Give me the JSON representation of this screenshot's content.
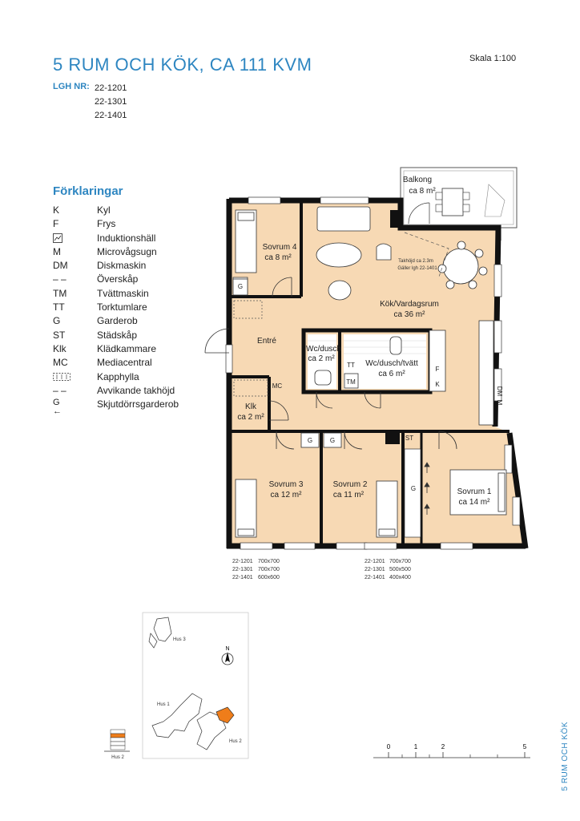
{
  "header": {
    "title": "5 RUM OCH KÖK, CA 111 KVM",
    "scale": "Skala 1:100",
    "lgh_label": "LGH NR:",
    "lgh_numbers": [
      "22-1201",
      "22-1301",
      "22-1401"
    ]
  },
  "legend": {
    "title": "Förklaringar",
    "items": [
      {
        "code": "K",
        "desc": "Kyl"
      },
      {
        "code": "F",
        "desc": "Frys"
      },
      {
        "code": "",
        "desc": "Induktionshäll",
        "icon": "induction-hob-icon"
      },
      {
        "code": "M",
        "desc": "Microvågsugn"
      },
      {
        "code": "DM",
        "desc": "Diskmaskin"
      },
      {
        "code": "– –",
        "desc": "Överskåp"
      },
      {
        "code": "TM",
        "desc": "Tvättmaskin"
      },
      {
        "code": "TT",
        "desc": "Torktumlare"
      },
      {
        "code": "G",
        "desc": "Garderob"
      },
      {
        "code": "ST",
        "desc": "Städskåp"
      },
      {
        "code": "Klk",
        "desc": "Klädkammare"
      },
      {
        "code": "MC",
        "desc": "Mediacentral"
      },
      {
        "code": "",
        "desc": "Kapphylla",
        "icon": "coat-rack-icon"
      },
      {
        "code": "– –",
        "desc": "Avvikande takhöjd"
      },
      {
        "code": "G",
        "desc": "Skjutdörrsgarderob",
        "icon": "sliding-door-icon"
      }
    ]
  },
  "rooms": {
    "balkong": {
      "name": "Balkong",
      "area": "ca 8 m²"
    },
    "sovrum4": {
      "name": "Sovrum 4",
      "area": "ca 8 m²"
    },
    "kok": {
      "name": "Kök/Vardagsrum",
      "area": "ca 36 m²"
    },
    "takhojd_1": "Takhöjd ca 2.3m",
    "takhojd_2": "Gäller lgh 22-1401",
    "entre": {
      "name": "Entré"
    },
    "wc1": {
      "name": "Wc/dusch",
      "area": "ca 2 m²"
    },
    "wc2": {
      "name": "Wc/dusch/tvätt",
      "area": "ca 6 m²"
    },
    "klk": {
      "name": "Klk",
      "area": "ca 2 m²"
    },
    "sovrum3": {
      "name": "Sovrum 3",
      "area": "ca 12 m²"
    },
    "sovrum2": {
      "name": "Sovrum 2",
      "area": "ca 11 m²"
    },
    "sovrum1": {
      "name": "Sovrum 1",
      "area": "ca 14 m²"
    }
  },
  "fixtures": {
    "g": "G",
    "st": "ST",
    "mc": "MC",
    "tt": "TT",
    "tm": "TM",
    "f": "F",
    "k": "K",
    "dm": "DM",
    "m": "M"
  },
  "window_tables": {
    "left": [
      {
        "lgh": "22-1201",
        "size": "700x700"
      },
      {
        "lgh": "22-1301",
        "size": "700x700"
      },
      {
        "lgh": "22-1401",
        "size": "600x600"
      }
    ],
    "right": [
      {
        "lgh": "22-1201",
        "size": "700x700"
      },
      {
        "lgh": "22-1301",
        "size": "500x500"
      },
      {
        "lgh": "22-1401",
        "size": "400x400"
      }
    ]
  },
  "site_map": {
    "hus3": "Hus 3",
    "hus1": "Hus 1",
    "hus2": "Hus 2",
    "north": "N",
    "small_hus2": "Hus 2"
  },
  "scale_bar": {
    "ticks": [
      "0",
      "1",
      "2",
      "5"
    ]
  },
  "side_label": "5 RUM OCH KÖK",
  "colors": {
    "accent": "#2e86c1",
    "floor": "#f7d9b4",
    "wall": "#111111",
    "highlight": "#ef7d1a"
  }
}
